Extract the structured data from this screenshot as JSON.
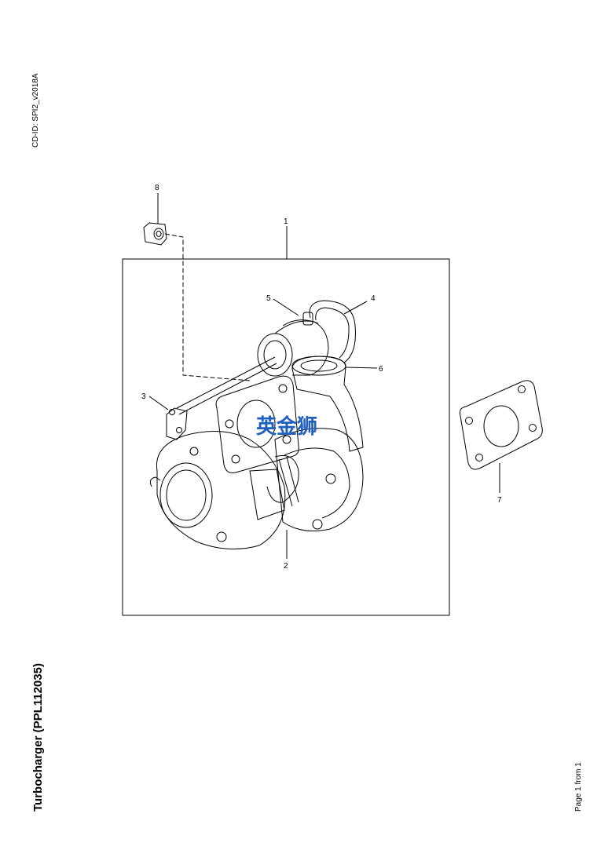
{
  "document": {
    "cd_id": "CD-ID: SPI2_v2018A",
    "title": "Turbocharger (PPL112035)",
    "page": "Page 1 from 1"
  },
  "diagram": {
    "callouts": [
      "1",
      "2",
      "3",
      "4",
      "5",
      "6",
      "7",
      "8"
    ],
    "watermark": "英金狮",
    "watermark_color": "#1f5fbf"
  }
}
